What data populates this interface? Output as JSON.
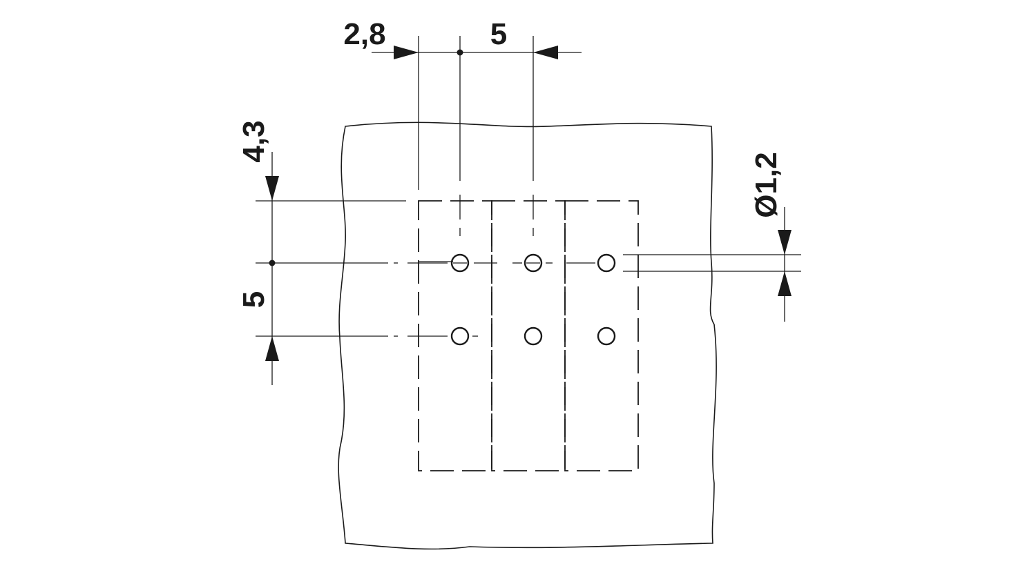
{
  "drawing": {
    "dimensions": {
      "pin_offset_x": "2,8",
      "pitch_x": "5",
      "pin_offset_y": "4,3",
      "pitch_y": "5",
      "hole_diameter": "Ø1,2"
    }
  }
}
